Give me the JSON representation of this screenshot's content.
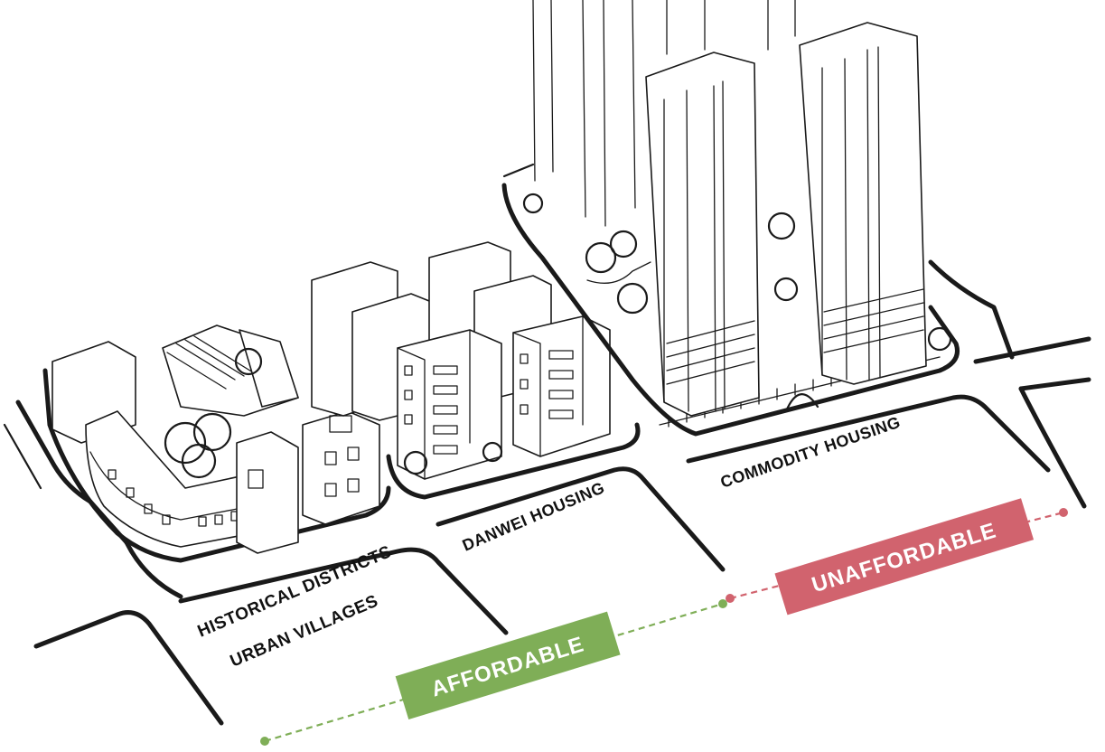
{
  "labels": {
    "historical_line1": "HISTORICAL DISTRICTS",
    "historical_line2": "URBAN VILLAGES",
    "danwei": "DANWEI HOUSING",
    "commodity": "COMMODITY HOUSING"
  },
  "scale": {
    "affordable": "AFFORDABLE",
    "unaffordable": "UNAFFORDABLE"
  },
  "colors": {
    "affordable": "#7fae57",
    "unaffordable": "#d1636e",
    "ink": "#1a1a1a"
  }
}
